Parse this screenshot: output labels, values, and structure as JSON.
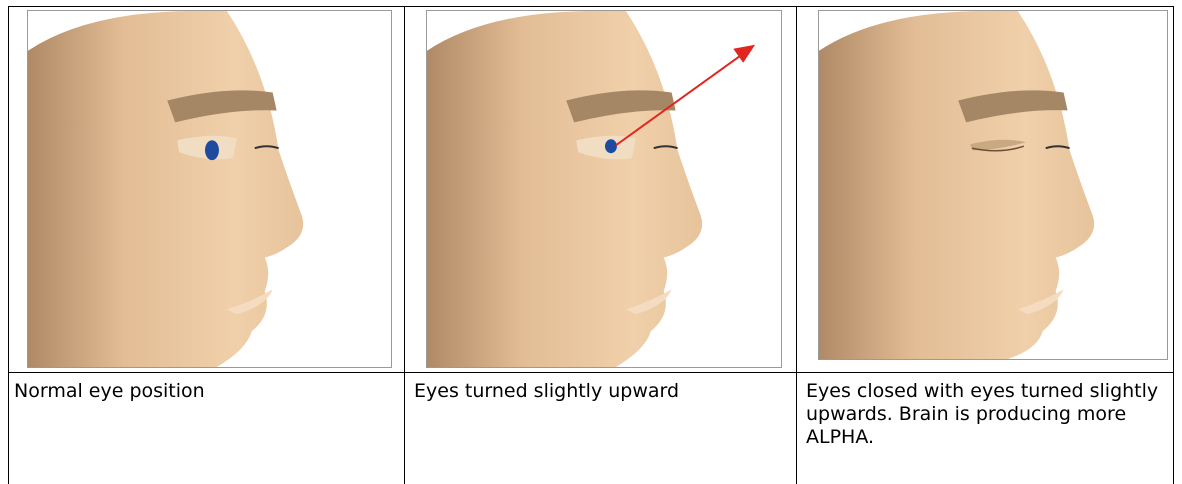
{
  "panels": [
    {
      "caption": "Normal eye position",
      "eye_state": "open-forward"
    },
    {
      "caption": "Eyes turned slightly upward",
      "eye_state": "open-upward",
      "annotation": "red-arrow-up-right"
    },
    {
      "caption": "Eyes closed with eyes turned slightly upwards. Brain is producing more ALPHA.",
      "eye_state": "closed"
    }
  ],
  "colors": {
    "skin": "#e8c59e",
    "brow": "#a58766",
    "iris": "#1e4aa0",
    "arrow": "#e0261e",
    "border": "#000000"
  }
}
